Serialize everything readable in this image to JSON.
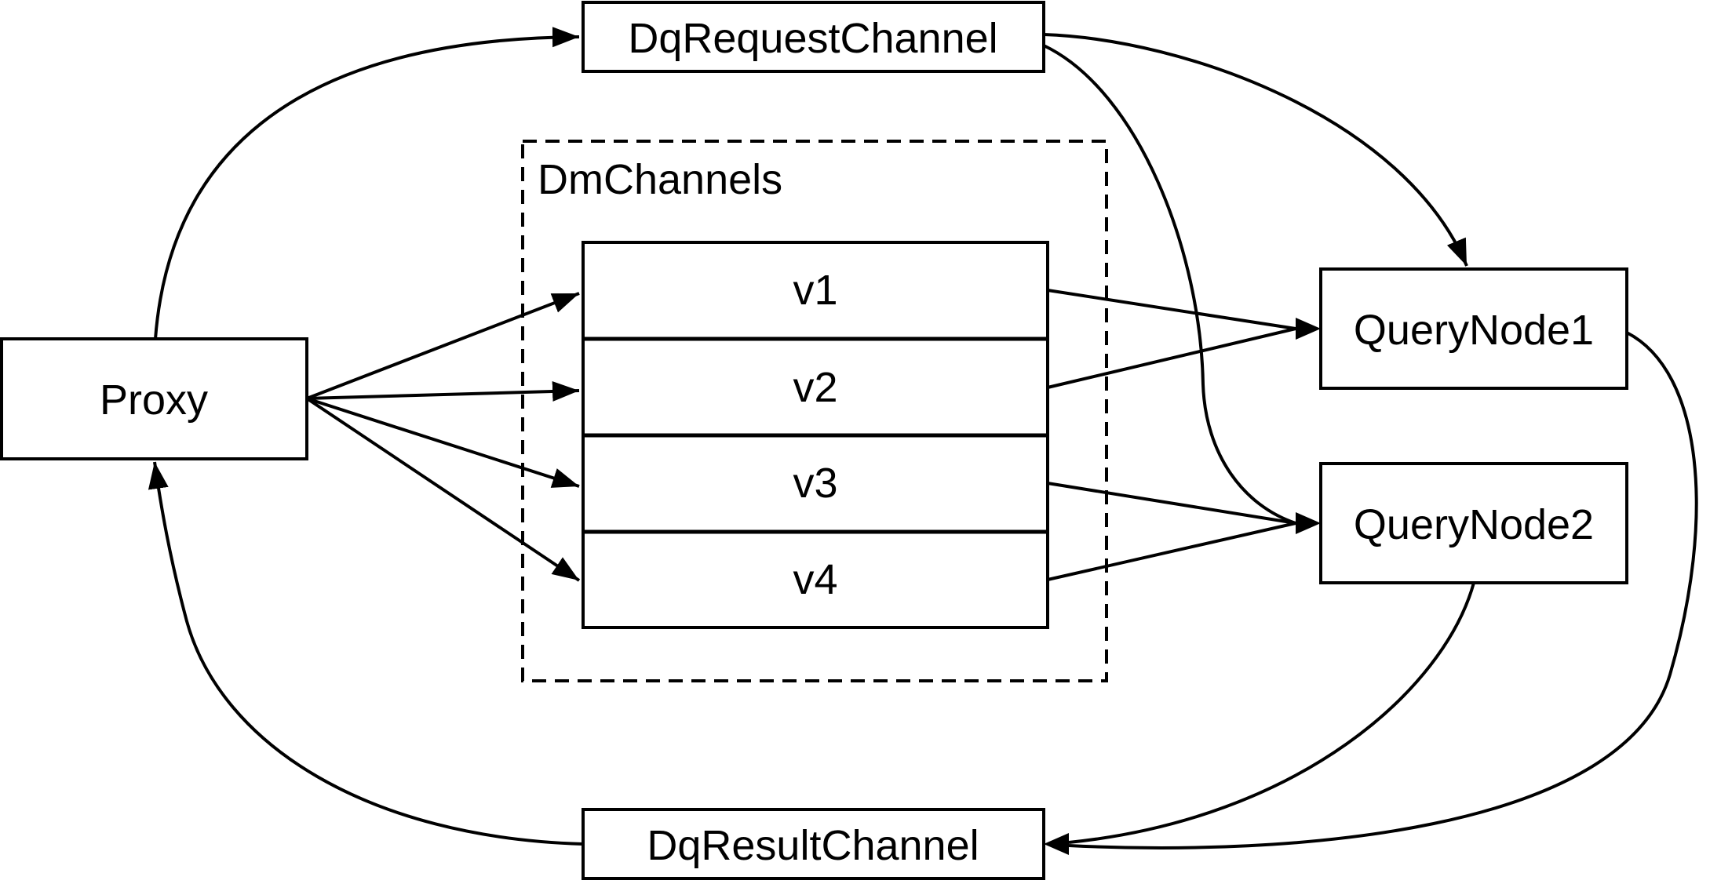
{
  "diagram": {
    "colors": {
      "background": "#ffffff",
      "stroke": "#000000",
      "node_fill": "#ffffff",
      "text": "#000000"
    },
    "nodes": {
      "proxy": {
        "label": "Proxy"
      },
      "dq_request_channel": {
        "label": "DqRequestChannel"
      },
      "dm_channels": {
        "label": "DmChannels",
        "channels": [
          {
            "label": "v1"
          },
          {
            "label": "v2"
          },
          {
            "label": "v3"
          },
          {
            "label": "v4"
          }
        ]
      },
      "query_node_1": {
        "label": "QueryNode1"
      },
      "query_node_2": {
        "label": "QueryNode2"
      },
      "dq_result_channel": {
        "label": "DqResultChannel"
      }
    },
    "edges": [
      {
        "from": "Proxy",
        "to": "DqRequestChannel"
      },
      {
        "from": "Proxy",
        "to": "v1"
      },
      {
        "from": "Proxy",
        "to": "v2"
      },
      {
        "from": "Proxy",
        "to": "v3"
      },
      {
        "from": "Proxy",
        "to": "v4"
      },
      {
        "from": "v1",
        "to": "QueryNode1"
      },
      {
        "from": "v2",
        "to": "QueryNode1"
      },
      {
        "from": "v3",
        "to": "QueryNode2"
      },
      {
        "from": "v4",
        "to": "QueryNode2"
      },
      {
        "from": "DqRequestChannel",
        "to": "QueryNode1"
      },
      {
        "from": "DqRequestChannel",
        "to": "QueryNode2"
      },
      {
        "from": "QueryNode1",
        "to": "DqResultChannel"
      },
      {
        "from": "QueryNode2",
        "to": "DqResultChannel"
      },
      {
        "from": "DqResultChannel",
        "to": "Proxy"
      }
    ]
  }
}
